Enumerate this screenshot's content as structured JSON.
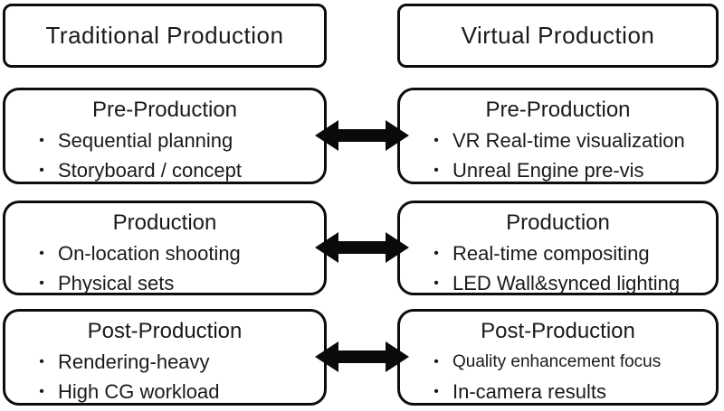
{
  "diagram": {
    "bullet_char": "•",
    "colors": {
      "line": "#0d0d0d",
      "arrow": "#0a0a0a",
      "background": "#ffffff",
      "text": "#1a1a1a"
    },
    "columns": [
      {
        "header": "Traditional Production"
      },
      {
        "header": "Virtual Production"
      }
    ],
    "rows": [
      {
        "connector": "double-headed-arrow",
        "left": {
          "title": "Pre-Production",
          "bullets": [
            "Sequential planning",
            "Storyboard / concept"
          ]
        },
        "right": {
          "title": "Pre-Production",
          "bullets": [
            "VR Real-time visualization",
            "Unreal Engine pre-vis"
          ]
        }
      },
      {
        "connector": "double-headed-arrow",
        "left": {
          "title": "Production",
          "bullets": [
            "On-location shooting",
            "Physical sets"
          ]
        },
        "right": {
          "title": "Production",
          "bullets": [
            "Real-time compositing",
            "LED Wall&synced lighting"
          ]
        }
      },
      {
        "connector": "double-headed-arrow",
        "left": {
          "title": "Post-Production",
          "bullets": [
            "Rendering-heavy",
            "High CG workload"
          ]
        },
        "right": {
          "title": "Post-Production",
          "bullets": [
            "Quality enhancement focus",
            "In-camera results"
          ]
        }
      }
    ]
  }
}
